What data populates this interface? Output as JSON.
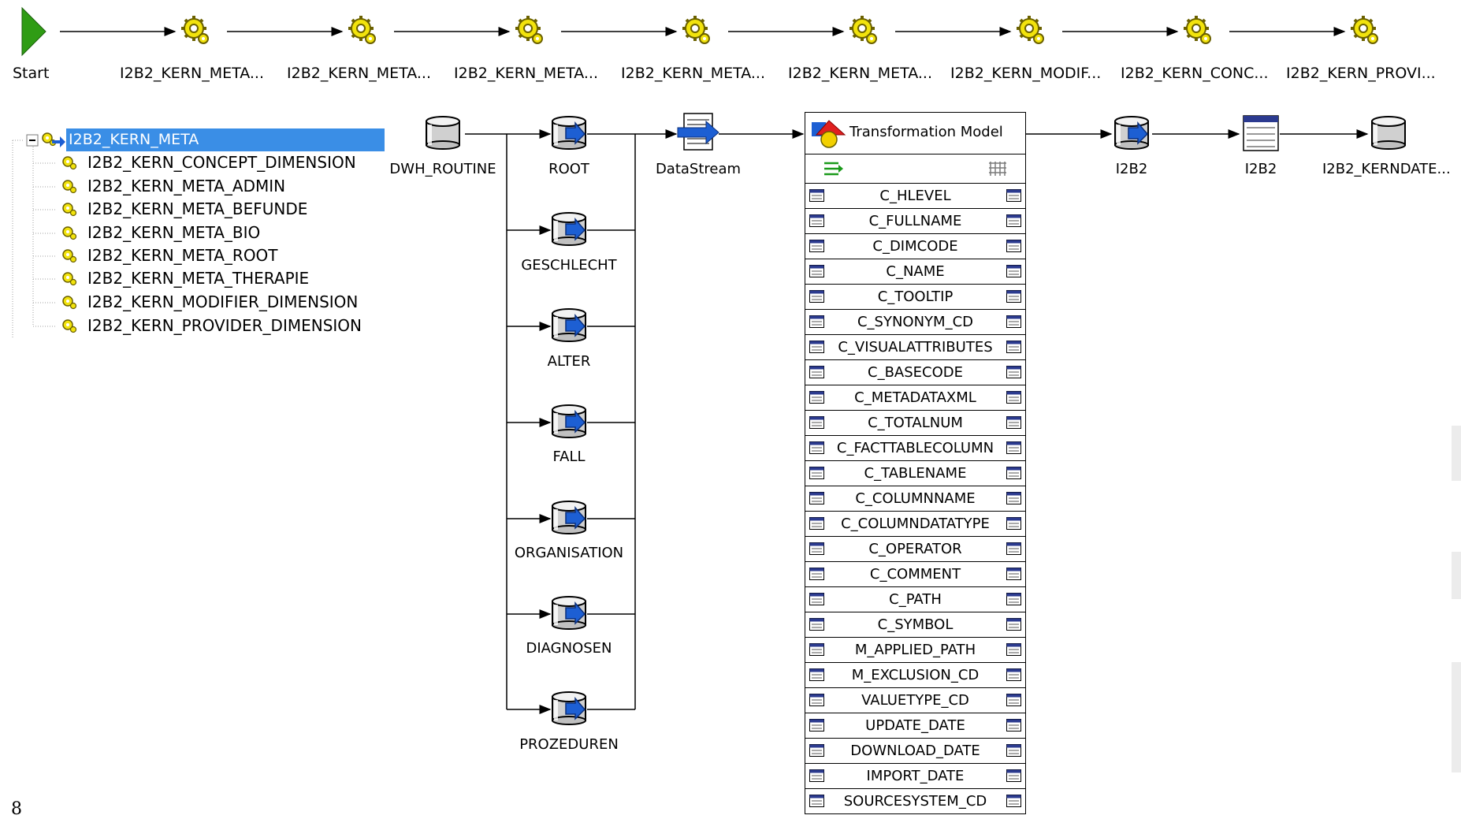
{
  "top_flow": {
    "start_label": "Start",
    "jobs": [
      {
        "label": "I2B2_KERN_META..."
      },
      {
        "label": "I2B2_KERN_META..."
      },
      {
        "label": "I2B2_KERN_META..."
      },
      {
        "label": "I2B2_KERN_META..."
      },
      {
        "label": "I2B2_KERN_META..."
      },
      {
        "label": "I2B2_KERN_MODIF..."
      },
      {
        "label": "I2B2_KERN_CONC..."
      },
      {
        "label": "I2B2_KERN_PROVI..."
      }
    ]
  },
  "tree": {
    "root": "I2B2_KERN_META",
    "items": [
      "I2B2_KERN_CONCEPT_DIMENSION",
      "I2B2_KERN_META_ADMIN",
      "I2B2_KERN_META_BEFUNDE",
      "I2B2_KERN_META_BIO",
      "I2B2_KERN_META_ROOT",
      "I2B2_KERN_META_THERAPIE",
      "I2B2_KERN_MODIFIER_DIMENSION",
      "I2B2_KERN_PROVIDER_DIMENSION"
    ]
  },
  "dataflow": {
    "source": "DWH_ROUTINE",
    "branches": [
      "ROOT",
      "GESCHLECHT",
      "ALTER",
      "FALL",
      "ORGANISATION",
      "DIAGNOSEN",
      "PROZEDUREN"
    ],
    "stream": "DataStream",
    "targets": [
      "I2B2",
      "I2B2",
      "I2B2_KERNDATE..."
    ]
  },
  "transformation_model": {
    "title": "Transformation Model",
    "columns": [
      "C_HLEVEL",
      "C_FULLNAME",
      "C_DIMCODE",
      "C_NAME",
      "C_TOOLTIP",
      "C_SYNONYM_CD",
      "C_VISUALATTRIBUTES",
      "C_BASECODE",
      "C_METADATAXML",
      "C_TOTALNUM",
      "C_FACTTABLECOLUMN",
      "C_TABLENAME",
      "C_COLUMNNAME",
      "C_COLUMNDATATYPE",
      "C_OPERATOR",
      "C_COMMENT",
      "C_PATH",
      "C_SYMBOL",
      "M_APPLIED_PATH",
      "M_EXCLUSION_CD",
      "VALUETYPE_CD",
      "UPDATE_DATE",
      "DOWNLOAD_DATE",
      "IMPORT_DATE",
      "SOURCESYSTEM_CD"
    ]
  },
  "page_number": "8",
  "colors": {
    "selection": "#3a8ee6",
    "gear": "#f2e30c",
    "start": "#2f9c14",
    "db_arrow": "#1d5fd3"
  }
}
